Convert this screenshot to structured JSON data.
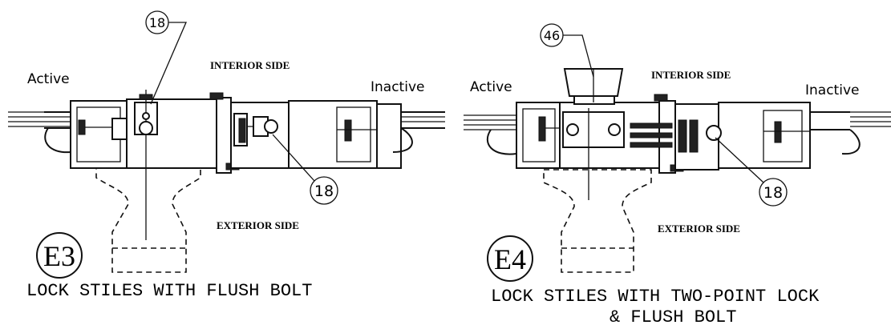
{
  "left": {
    "callout_top": "18",
    "callout_bottom": "18",
    "label_active": "Active",
    "label_inactive": "Inactive",
    "label_interior": "INTERIOR SIDE",
    "label_exterior": "EXTERIOR SIDE",
    "badge": "E3",
    "caption": "LOCK STILES WITH FLUSH BOLT"
  },
  "right": {
    "callout_top": "46",
    "callout_bottom": "18",
    "label_active": "Active",
    "label_inactive": "Inactive",
    "label_interior": "INTERIOR SIDE",
    "label_exterior": "EXTERIOR SIDE",
    "badge": "E4",
    "caption_line1": "LOCK STILES WITH TWO-POINT LOCK",
    "caption_line2": "& FLUSH BOLT"
  }
}
